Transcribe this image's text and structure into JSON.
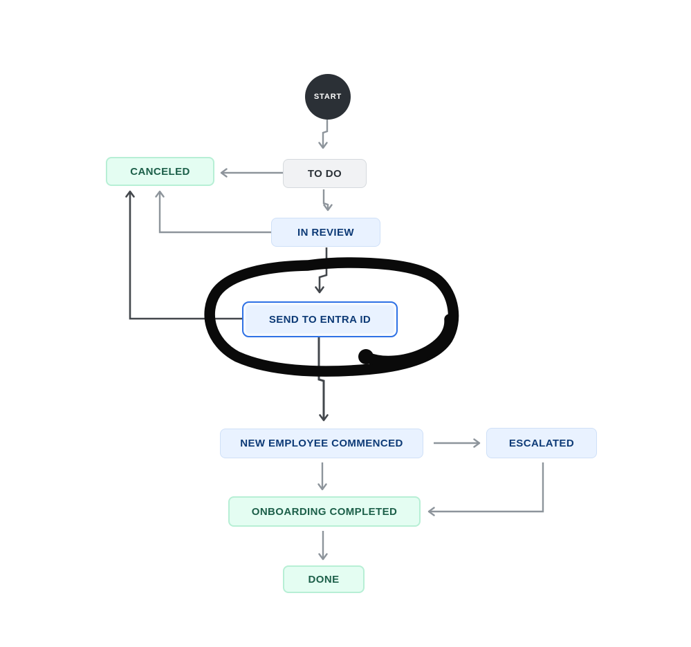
{
  "diagram": {
    "type": "workflow-status-diagram",
    "start_label": "START",
    "statuses": [
      {
        "id": "to-do",
        "label": "TO DO",
        "category": "todo",
        "selected": false
      },
      {
        "id": "canceled",
        "label": "CANCELED",
        "category": "done",
        "selected": false
      },
      {
        "id": "in-review",
        "label": "IN REVIEW",
        "category": "in-progress",
        "selected": false
      },
      {
        "id": "send-to-entra-id",
        "label": "SEND TO ENTRA ID",
        "category": "in-progress",
        "selected": true,
        "annotated": "hand-drawn black marker circle"
      },
      {
        "id": "new-employee-commenced",
        "label": "NEW EMPLOYEE COMMENCED",
        "category": "in-progress",
        "selected": false
      },
      {
        "id": "escalated",
        "label": "ESCALATED",
        "category": "in-progress",
        "selected": false
      },
      {
        "id": "onboarding-completed",
        "label": "ONBOARDING COMPLETED",
        "category": "done",
        "selected": false
      },
      {
        "id": "done",
        "label": "DONE",
        "category": "done",
        "selected": false
      }
    ],
    "edges": [
      {
        "from": "START",
        "to": "TO DO",
        "style": "gray"
      },
      {
        "from": "TO DO",
        "to": "CANCELED",
        "style": "gray"
      },
      {
        "from": "TO DO",
        "to": "IN REVIEW",
        "style": "gray"
      },
      {
        "from": "IN REVIEW",
        "to": "CANCELED",
        "style": "gray"
      },
      {
        "from": "IN REVIEW",
        "to": "SEND TO ENTRA ID",
        "style": "dark"
      },
      {
        "from": "SEND TO ENTRA ID",
        "to": "CANCELED",
        "style": "dark"
      },
      {
        "from": "SEND TO ENTRA ID",
        "to": "NEW EMPLOYEE COMMENCED",
        "style": "dark"
      },
      {
        "from": "NEW EMPLOYEE COMMENCED",
        "to": "ESCALATED",
        "style": "gray"
      },
      {
        "from": "NEW EMPLOYEE COMMENCED",
        "to": "ONBOARDING COMPLETED",
        "style": "gray"
      },
      {
        "from": "ESCALATED",
        "to": "ONBOARDING COMPLETED",
        "style": "gray"
      },
      {
        "from": "ONBOARDING COMPLETED",
        "to": "DONE",
        "style": "gray"
      }
    ],
    "colors": {
      "background": "#ffffff",
      "start_node": "#2b3036",
      "todo_fill": "#f1f2f4",
      "todo_border": "#d5d9dd",
      "todo_text": "#2b3137",
      "inprogress_fill": "#e9f2ff",
      "inprogress_border": "#cfe0f7",
      "inprogress_text": "#0d3a76",
      "done_fill": "#e4fdf2",
      "done_border": "#b7efd5",
      "done_text": "#1c5f49",
      "selected_border": "#2e71e5",
      "arrow_gray": "#8d949b",
      "arrow_dark": "#43474c",
      "marker_annotation": "#0a0a0a"
    }
  }
}
